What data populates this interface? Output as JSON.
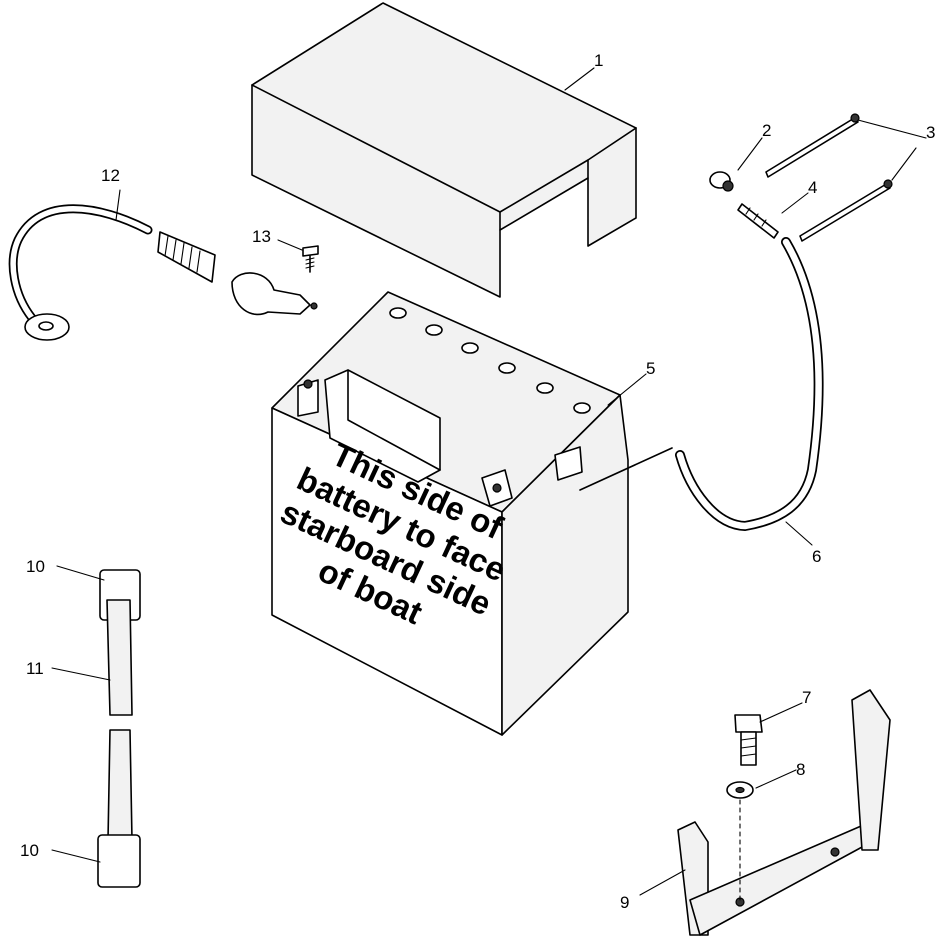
{
  "callouts": {
    "c1": "1",
    "c2": "2",
    "c3": "3",
    "c4": "4",
    "c5": "5",
    "c6": "6",
    "c7": "7",
    "c8": "8",
    "c9": "9",
    "c10_top": "10",
    "c10_bottom": "10",
    "c11": "11",
    "c12": "12",
    "c13": "13"
  },
  "battery_label": {
    "line1": "This side of",
    "line2": "battery to face",
    "line3": "starboard side",
    "line4": "of boat"
  }
}
